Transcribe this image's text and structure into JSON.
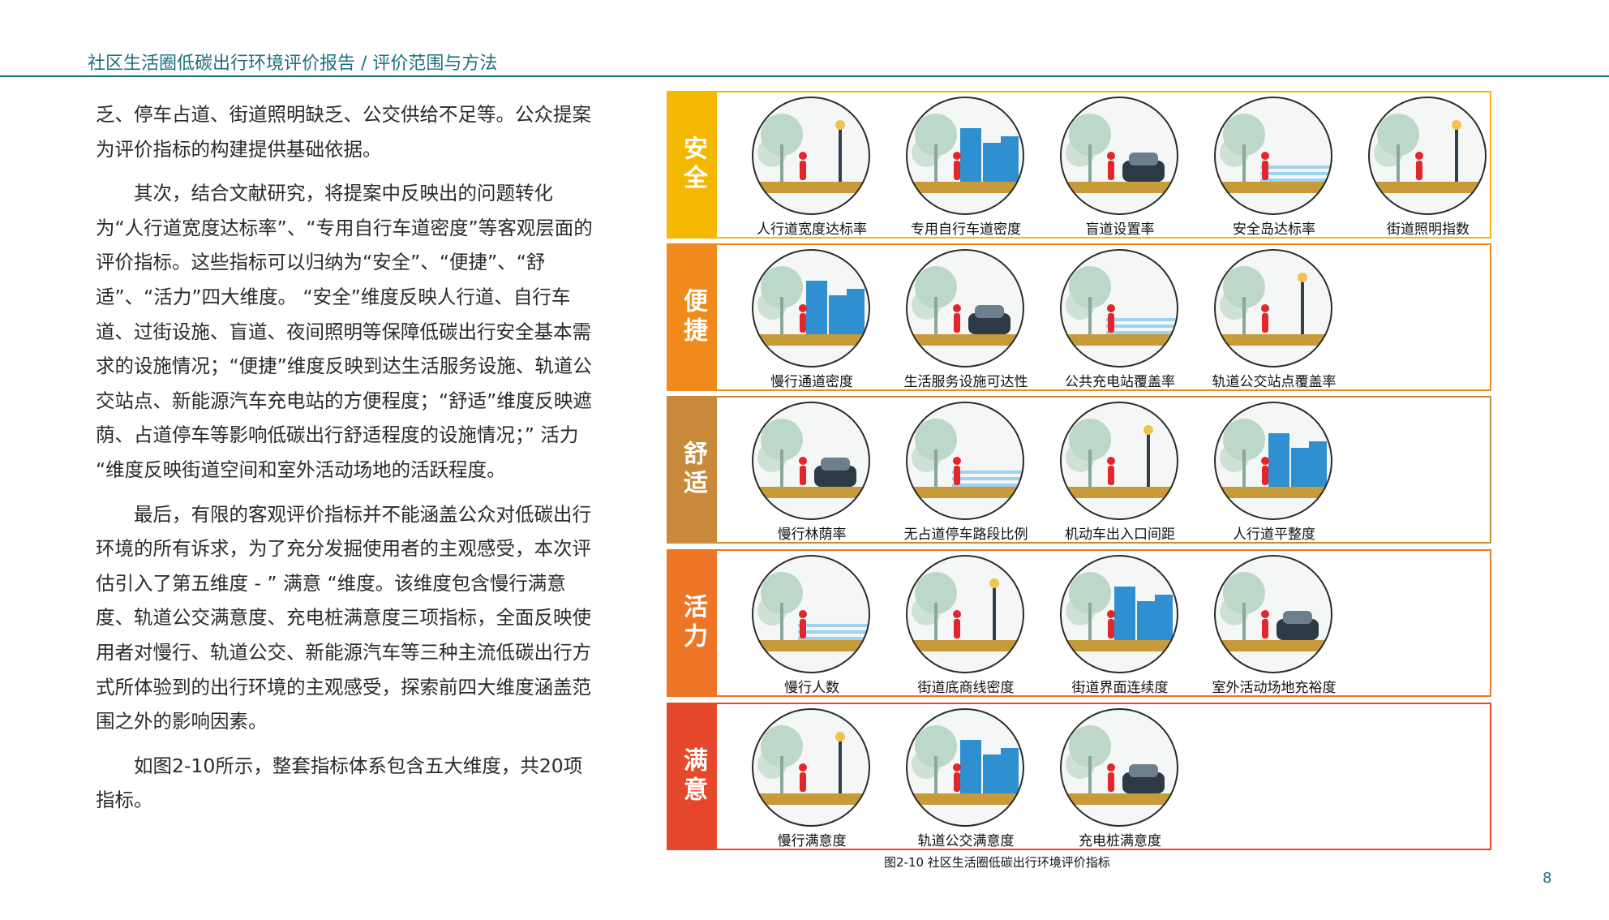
{
  "header": {
    "title": "社区生活圈低碳出行环境评价报告 / 评价范围与方法"
  },
  "body": {
    "paragraphs": [
      "乏、停车占道、街道照明缺乏、公交供给不足等。公众提案为评价指标的构建提供基础依据。",
      "其次，结合文献研究，将提案中反映出的问题转化为“人行道宽度达标率”、“专用自行车道密度”等客观层面的评价指标。这些指标可以归纳为“安全”、“便捷”、“舒适”、“活力”四大维度。 “安全”维度反映人行道、自行车道、过街设施、盲道、夜间照明等保障低碳出行安全基本需求的设施情况；“便捷”维度反映到达生活服务设施、轨道公交站点、新能源汽车充电站的方便程度；“舒适”维度反映遮荫、占道停车等影响低碳出行舒适程度的设施情况；” 活力 “维度反映街道空间和室外活动场地的活跃程度。",
      "最后，有限的客观评价指标并不能涵盖公众对低碳出行环境的所有诉求，为了充分发掘使用者的主观感受，本次评估引入了第五维度 - ” 满意 “维度。该维度包含慢行满意度、轨道公交满意度、充电桩满意度三项指标，全面反映使用者对慢行、轨道公交、新能源汽车等三种主流低碳出行方式所体验到的出行环境的主观感受，探索前四大维度涵盖范围之外的影响因素。",
      "如图2-10所示，整套指标体系包含五大维度，共20项指标。"
    ]
  },
  "figure": {
    "caption": "图2-10 社区生活圈低碳出行环境评价指标",
    "dimensions": [
      {
        "label": "安全",
        "color": "#F5B800",
        "items": [
          "人行道宽度达标率",
          "专用自行车道密度",
          "盲道设置率",
          "安全岛达标率",
          "街道照明指数"
        ],
        "icons": [
          "pedestrian-sidewalk-icon",
          "bicycle-lane-icon",
          "blind-path-icon",
          "safety-island-icon",
          "street-light-icon"
        ]
      },
      {
        "label": "便捷",
        "color": "#F08A1C",
        "items": [
          "慢行通道密度",
          "生活服务设施可达性",
          "公共充电站覆盖率",
          "轨道公交站点覆盖率"
        ],
        "icons": [
          "slow-path-icon",
          "service-facility-icon",
          "charging-station-icon",
          "transit-station-icon"
        ]
      },
      {
        "label": "舒适",
        "color": "#C9893A",
        "items": [
          "慢行林荫率",
          "无占道停车路段比例",
          "机动车出入口间距",
          "人行道平整度"
        ],
        "icons": [
          "tree-shade-icon",
          "no-parking-icon",
          "vehicle-entrance-icon",
          "sidewalk-flatness-icon"
        ]
      },
      {
        "label": "活力",
        "color": "#EE7526",
        "items": [
          "慢行人数",
          "街道底商线密度",
          "街道界面连续度",
          "室外活动场地充裕度"
        ],
        "icons": [
          "pedestrian-count-icon",
          "street-shop-icon",
          "street-continuity-icon",
          "outdoor-activity-icon"
        ]
      },
      {
        "label": "满意",
        "color": "#E5482B",
        "items": [
          "慢行满意度",
          "轨道公交满意度",
          "充电桩满意度"
        ],
        "icons": [
          "thumbs-up-walk-icon",
          "thumbs-up-bus-icon",
          "thumbs-up-charger-icon"
        ]
      }
    ]
  },
  "page_number": "8"
}
